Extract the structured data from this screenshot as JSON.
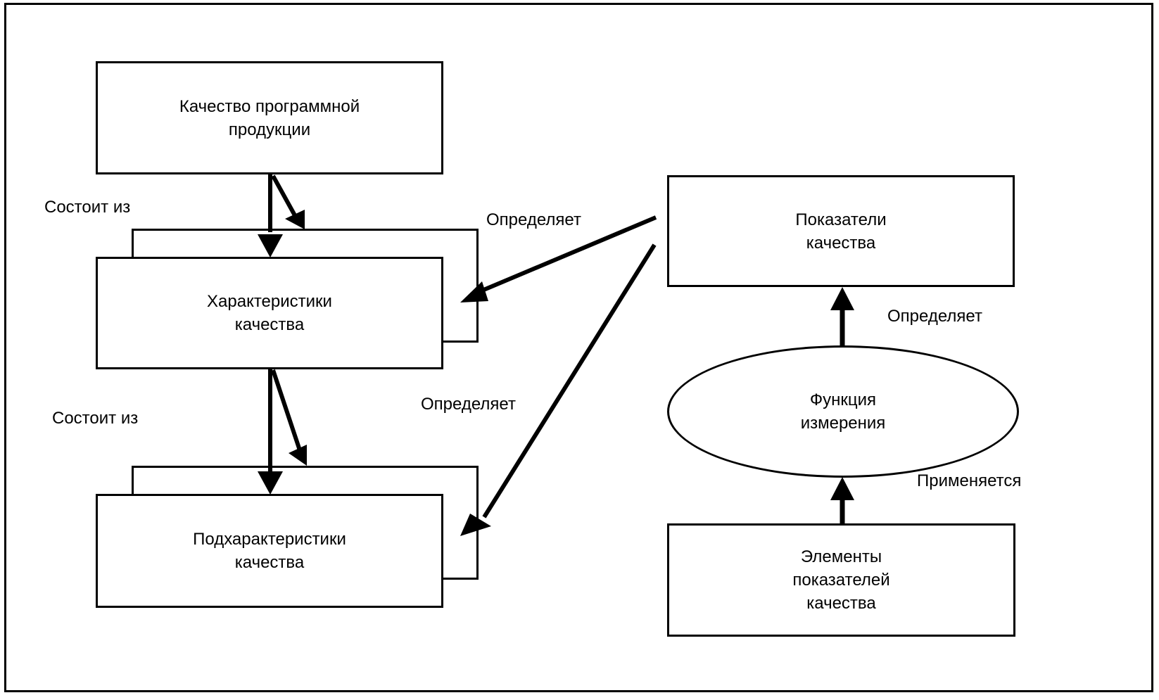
{
  "diagram": {
    "nodes": {
      "software_quality": "Качество программной\nпродукции",
      "quality_characteristics": "Характеристики\nкачества",
      "quality_subcharacteristics": "Подхарактеристики\nкачества",
      "quality_measures": "Показатели\nкачества",
      "measurement_function": "Функция\nизмерения",
      "quality_measure_elements": "Элементы\nпоказателей\nкачества"
    },
    "edge_labels": {
      "consists_of_1": "Состоит из",
      "consists_of_2": "Состоит из",
      "defines_characteristics": "Определяет",
      "defines_subcharacteristics": "Определяет",
      "defines_measures": "Определяет",
      "applied_to": "Применяется"
    },
    "edges": [
      {
        "from": "software_quality",
        "to": "quality_characteristics",
        "label": "Состоит из"
      },
      {
        "from": "quality_characteristics",
        "to": "quality_subcharacteristics",
        "label": "Состоит из"
      },
      {
        "from": "quality_measures",
        "to": "quality_characteristics",
        "label": "Определяет"
      },
      {
        "from": "quality_measures",
        "to": "quality_subcharacteristics",
        "label": "Определяет"
      },
      {
        "from": "measurement_function",
        "to": "quality_measures",
        "label": "Определяет"
      },
      {
        "from": "quality_measure_elements",
        "to": "measurement_function",
        "label": "Применяется"
      }
    ]
  }
}
